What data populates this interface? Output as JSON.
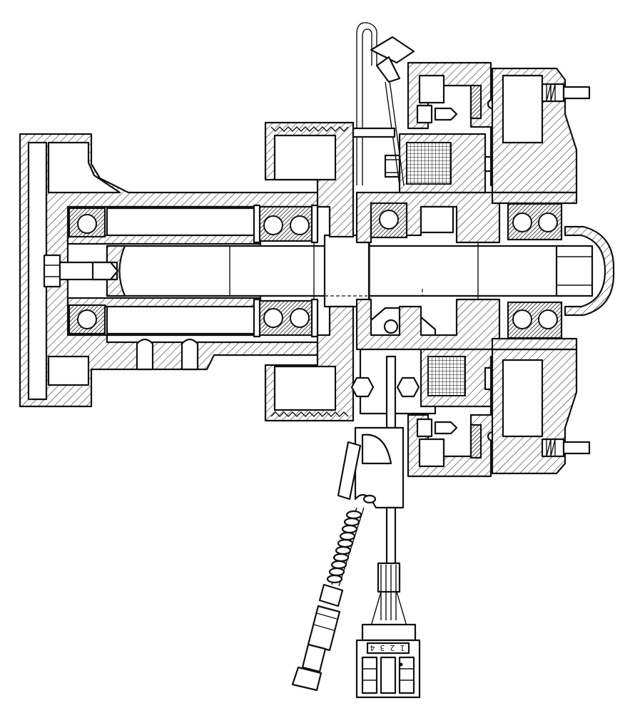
{
  "connector": {
    "pin_labels": [
      "4",
      "3",
      "2",
      "1"
    ]
  },
  "colors": {
    "line": "#111111",
    "background": "#ffffff"
  }
}
